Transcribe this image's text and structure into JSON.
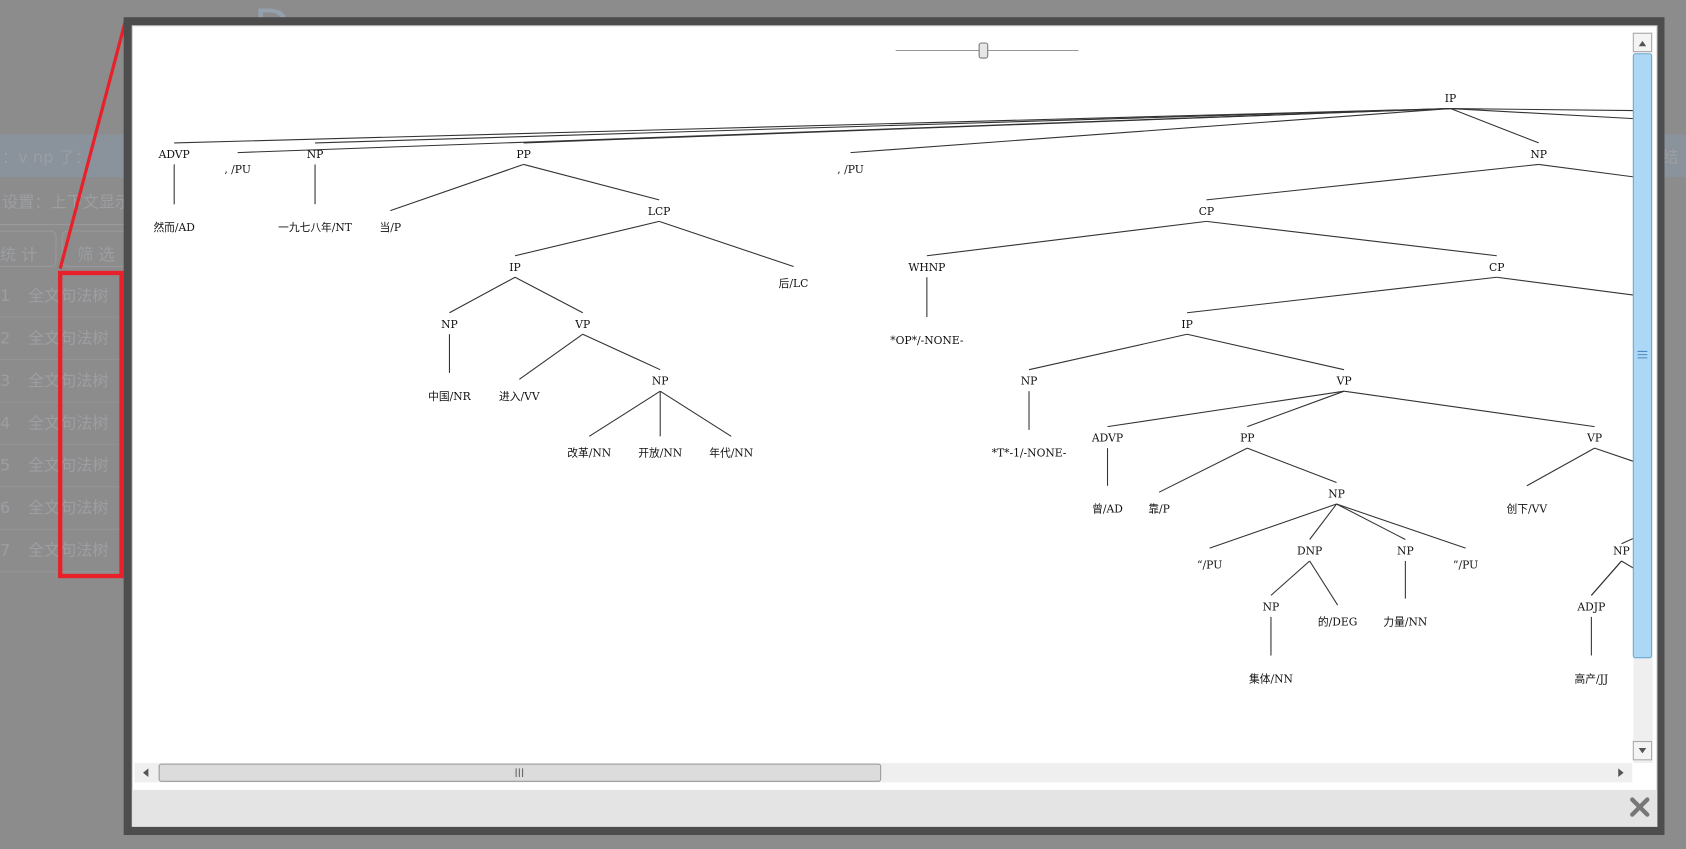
{
  "background": {
    "query_text": "：v np 了：",
    "settings_text": "设置：上下文显示",
    "tab_stats": "统 计",
    "tab_filter": "筛 选",
    "right_band_text": "结",
    "rows": [
      {
        "num": "1",
        "col1": "全文",
        "col2": "句法树"
      },
      {
        "num": "2",
        "col1": "全文",
        "col2": "句法树"
      },
      {
        "num": "3",
        "col1": "全文",
        "col2": "句法树"
      },
      {
        "num": "4",
        "col1": "全文",
        "col2": "句法树"
      },
      {
        "num": "5",
        "col1": "全文",
        "col2": "句法树"
      },
      {
        "num": "6",
        "col1": "全文",
        "col2": "句法树"
      },
      {
        "num": "7",
        "col1": "全文",
        "col2": "句法树"
      }
    ]
  },
  "annotation": {
    "color": "#e8202a"
  },
  "modal": {
    "close_icon": "close-icon",
    "zoom_slider_value": 0.48,
    "scroll_h_icon": "grip-icon",
    "tree": [
      {
        "id": "ip0",
        "label": "IP",
        "parent": null
      },
      {
        "id": "advp1",
        "label": "ADVP",
        "parent": "ip0"
      },
      {
        "id": "l_ranger",
        "label": "然而/AD",
        "parent": "advp1"
      },
      {
        "id": "pu1",
        "label": ", /PU",
        "parent": "ip0"
      },
      {
        "id": "np1",
        "label": "NP",
        "parent": "ip0"
      },
      {
        "id": "l_1978",
        "label": "一九七八年/NT",
        "parent": "np1"
      },
      {
        "id": "pp1",
        "label": "PP",
        "parent": "ip0"
      },
      {
        "id": "l_dang",
        "label": "当/P",
        "parent": "pp1"
      },
      {
        "id": "lcp1",
        "label": "LCP",
        "parent": "pp1"
      },
      {
        "id": "ip1",
        "label": "IP",
        "parent": "lcp1"
      },
      {
        "id": "np2",
        "label": "NP",
        "parent": "ip1"
      },
      {
        "id": "l_zhongguo",
        "label": "中国/NR",
        "parent": "np2"
      },
      {
        "id": "vp1",
        "label": "VP",
        "parent": "ip1"
      },
      {
        "id": "l_jinru",
        "label": "进入/VV",
        "parent": "vp1"
      },
      {
        "id": "np3",
        "label": "NP",
        "parent": "vp1"
      },
      {
        "id": "l_gaige",
        "label": "改革/NN",
        "parent": "np3"
      },
      {
        "id": "l_kaifang",
        "label": "开放/NN",
        "parent": "np3"
      },
      {
        "id": "l_niandai",
        "label": "年代/NN",
        "parent": "np3"
      },
      {
        "id": "l_hou",
        "label": "后/LC",
        "parent": "lcp1"
      },
      {
        "id": "pu2",
        "label": ", /PU",
        "parent": "ip0"
      },
      {
        "id": "np4",
        "label": "NP",
        "parent": "ip0"
      },
      {
        "id": "cp1",
        "label": "CP",
        "parent": "np4"
      },
      {
        "id": "whnp1",
        "label": "WHNP",
        "parent": "cp1"
      },
      {
        "id": "l_op",
        "label": "*OP*/-NONE-",
        "parent": "whnp1"
      },
      {
        "id": "cp2",
        "label": "CP",
        "parent": "cp1"
      },
      {
        "id": "ip2",
        "label": "IP",
        "parent": "cp2"
      },
      {
        "id": "np5",
        "label": "NP",
        "parent": "ip2"
      },
      {
        "id": "l_t1",
        "label": "*T*-1/-NONE-",
        "parent": "np5"
      },
      {
        "id": "vp2",
        "label": "VP",
        "parent": "ip2"
      },
      {
        "id": "advp2",
        "label": "ADVP",
        "parent": "vp2"
      },
      {
        "id": "l_ceng",
        "label": "曾/AD",
        "parent": "advp2"
      },
      {
        "id": "pp2",
        "label": "PP",
        "parent": "vp2"
      },
      {
        "id": "l_kao",
        "label": "靠/P",
        "parent": "pp2"
      },
      {
        "id": "np6",
        "label": "NP",
        "parent": "pp2"
      },
      {
        "id": "l_lq",
        "label": "“/PU",
        "parent": "np6"
      },
      {
        "id": "dnp1",
        "label": "DNP",
        "parent": "np6"
      },
      {
        "id": "np7",
        "label": "NP",
        "parent": "dnp1"
      },
      {
        "id": "l_jiti",
        "label": "集体/NN",
        "parent": "np7"
      },
      {
        "id": "l_de",
        "label": "的/DEG",
        "parent": "dnp1"
      },
      {
        "id": "np8",
        "label": "NP",
        "parent": "np6"
      },
      {
        "id": "l_liliang",
        "label": "力量/NN",
        "parent": "np8"
      },
      {
        "id": "l_rq",
        "label": "”/PU",
        "parent": "np6"
      },
      {
        "id": "vp3",
        "label": "VP",
        "parent": "vp2"
      },
      {
        "id": "l_chuangxia",
        "label": "创下/VV",
        "parent": "vp3"
      },
      {
        "id": "np9",
        "label": "NP",
        "parent": null
      },
      {
        "id": "adjp1",
        "label": "ADJP",
        "parent": "np9"
      },
      {
        "id": "l_gaochan",
        "label": "高产/JJ",
        "parent": "adjp1"
      }
    ]
  }
}
